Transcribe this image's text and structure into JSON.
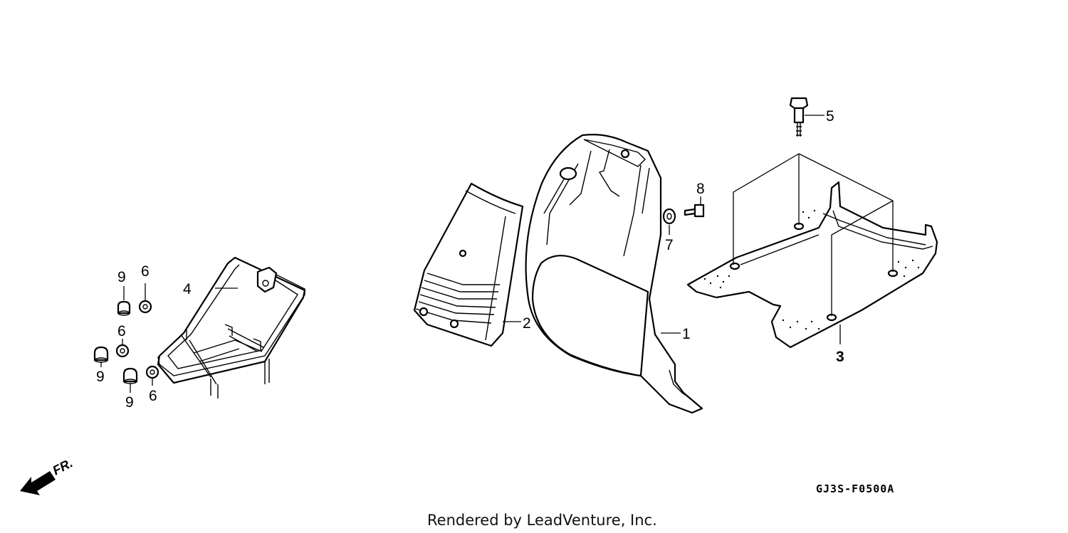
{
  "callouts": [
    {
      "id": "c1",
      "label": "1"
    },
    {
      "id": "c2",
      "label": "2"
    },
    {
      "id": "c3",
      "label": "3"
    },
    {
      "id": "c4",
      "label": "4"
    },
    {
      "id": "c5",
      "label": "5"
    },
    {
      "id": "c6a",
      "label": "6"
    },
    {
      "id": "c6b",
      "label": "6"
    },
    {
      "id": "c6c",
      "label": "6"
    },
    {
      "id": "c7",
      "label": "7"
    },
    {
      "id": "c8",
      "label": "8"
    },
    {
      "id": "c9a",
      "label": "9"
    },
    {
      "id": "c9b",
      "label": "9"
    },
    {
      "id": "c9c",
      "label": "9"
    }
  ],
  "direction": {
    "label": "FR."
  },
  "diagram_code": "GJ3S-F0500A",
  "credit": "Rendered by LeadVenture, Inc."
}
